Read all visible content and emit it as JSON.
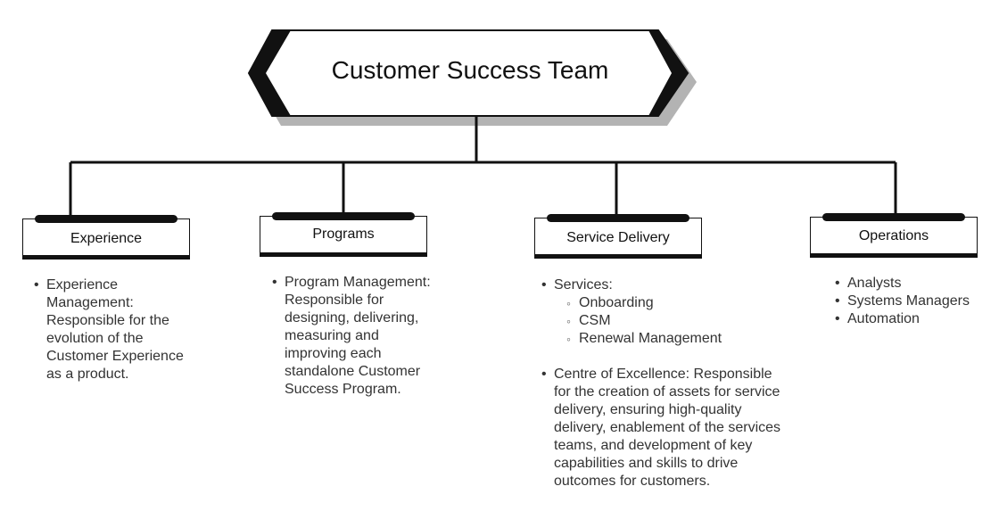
{
  "title": "Customer Success Team",
  "departments": [
    {
      "name": "Experience",
      "items": [
        "Experience Management: Responsible for the evolution of the Customer Experience as a product."
      ]
    },
    {
      "name": "Programs",
      "items": [
        "Program Management: Responsible for designing, delivering, measuring and improving each standalone Customer Success Program."
      ]
    },
    {
      "name": "Service Delivery",
      "services_label": "Services:",
      "services": [
        "Onboarding",
        "CSM",
        "Renewal Management"
      ],
      "centre": "Centre of Excellence: Responsible for the creation of assets for service delivery, ensuring high-quality delivery, enablement of the services teams, and development of key capabilities and skills to drive outcomes for customers."
    },
    {
      "name": "Operations",
      "items": [
        "Analysts",
        "Systems Managers",
        "Automation"
      ]
    }
  ]
}
